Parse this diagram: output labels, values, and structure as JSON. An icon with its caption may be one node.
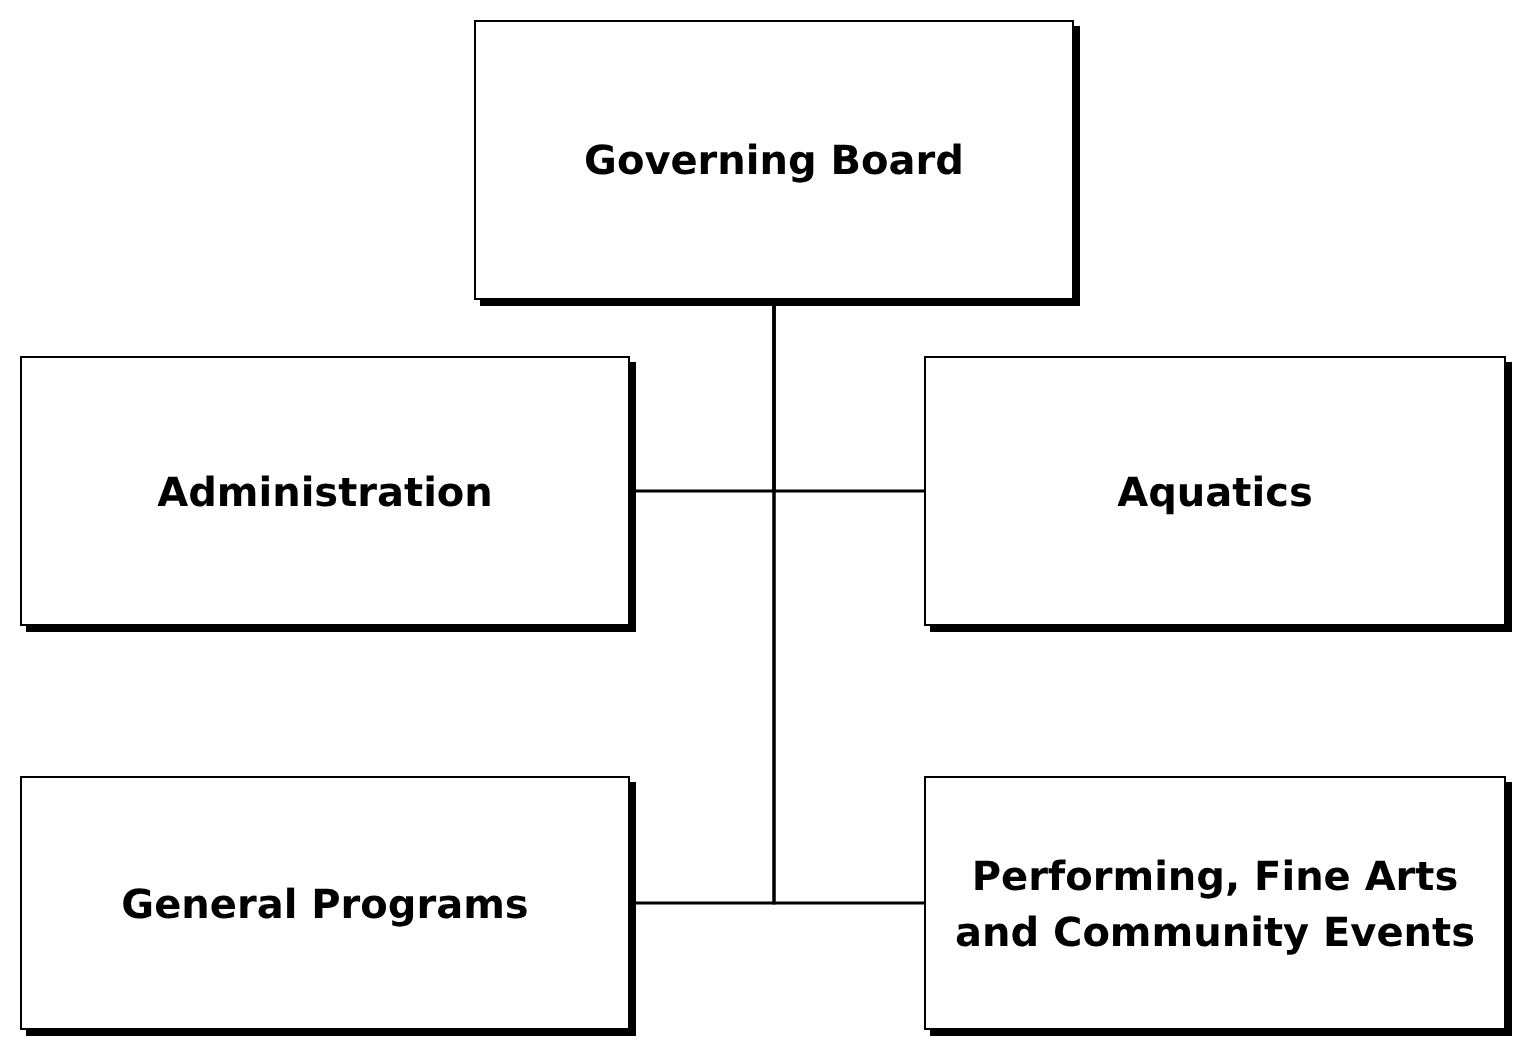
{
  "diagram": {
    "nodes": [
      {
        "text": [
          "Governing Board"
        ]
      },
      {
        "text": [
          "Administration"
        ]
      },
      {
        "text": [
          "Aquatics"
        ]
      },
      {
        "text": [
          "General Programs"
        ]
      },
      {
        "text": [
          "Performing, Fine Arts and Community Events"
        ]
      }
    ],
    "edges": [
      {
        "from": 0,
        "to": 1,
        "arrow": "none"
      },
      {
        "from": 0,
        "to": 2,
        "arrow": "none"
      },
      {
        "from": 0,
        "to": 3,
        "arrow": "none"
      },
      {
        "from": 0,
        "to": 4,
        "arrow": "none"
      }
    ]
  }
}
